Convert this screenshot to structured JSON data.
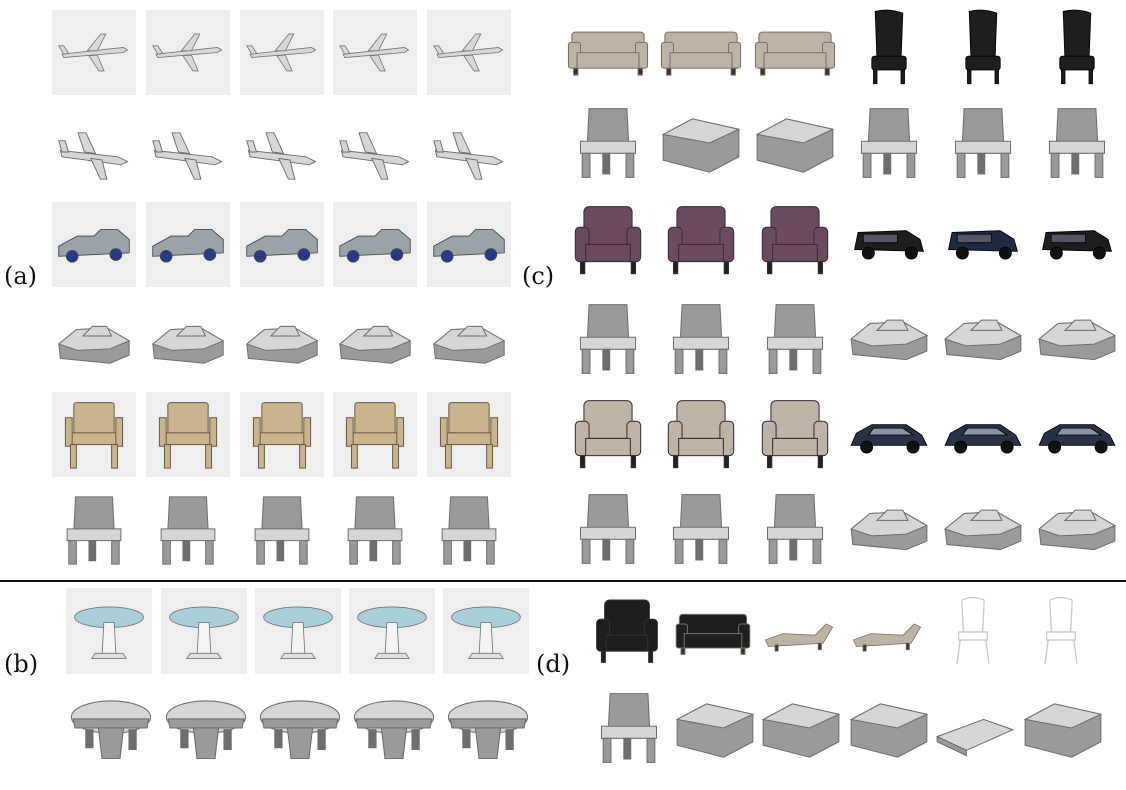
{
  "labels": {
    "a": "(a)",
    "b": "(b)",
    "c": "(c)",
    "d": "(d)"
  },
  "colors": {
    "render_bg": "#eeeeee",
    "voxel_top": "#d6d6d6",
    "voxel_side": "#9a9a9a",
    "voxel_dark": "#6e6e6e",
    "sofa_beige": "#bdb3a6",
    "leather_purple": "#6a4a5e",
    "black": "#1e1e1e",
    "glass": "#a9cfd8",
    "truck_grey": "#9aa3a8",
    "tan_chair": "#c9b48e"
  }
}
